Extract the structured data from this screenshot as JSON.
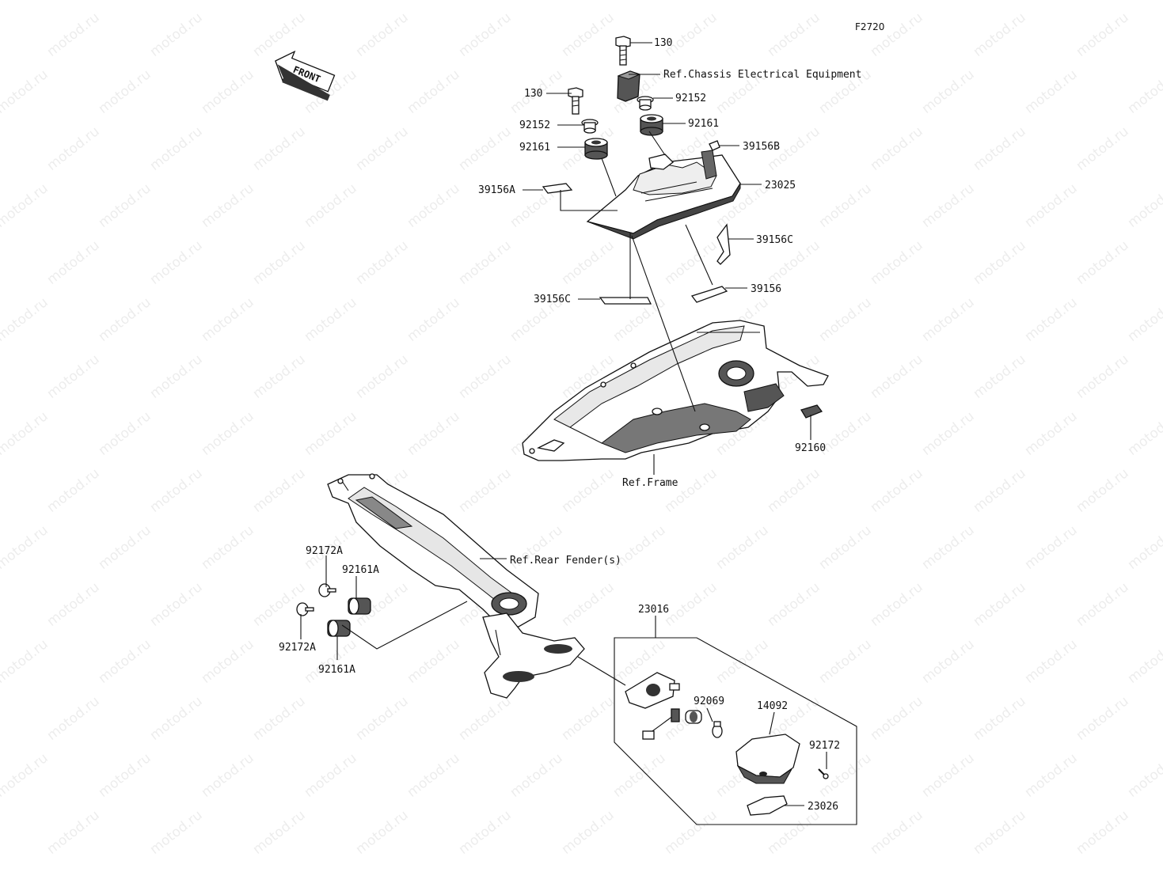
{
  "diagram_code": "F2720",
  "watermark_text": "motod.ru",
  "front_arrow_text": "FRONT",
  "references": {
    "chassis_electrical": "Ref.Chassis Electrical Equipment",
    "frame": "Ref.Frame",
    "rear_fender": "Ref.Rear Fender(s)"
  },
  "part_labels": [
    {
      "id": "130-top",
      "text": "130"
    },
    {
      "id": "130-left",
      "text": "130"
    },
    {
      "id": "92152-right",
      "text": "92152"
    },
    {
      "id": "92152-left",
      "text": "92152"
    },
    {
      "id": "92161-right",
      "text": "92161"
    },
    {
      "id": "92161-left",
      "text": "92161"
    },
    {
      "id": "39156B",
      "text": "39156B"
    },
    {
      "id": "39156A",
      "text": "39156A"
    },
    {
      "id": "23025",
      "text": "23025"
    },
    {
      "id": "39156C-right",
      "text": "39156C"
    },
    {
      "id": "39156",
      "text": "39156"
    },
    {
      "id": "39156C-left",
      "text": "39156C"
    },
    {
      "id": "92160",
      "text": "92160"
    },
    {
      "id": "92172A-top",
      "text": "92172A"
    },
    {
      "id": "92161A-top",
      "text": "92161A"
    },
    {
      "id": "92172A-bottom",
      "text": "92172A"
    },
    {
      "id": "92161A-bottom",
      "text": "92161A"
    },
    {
      "id": "23016",
      "text": "23016"
    },
    {
      "id": "92069",
      "text": "92069"
    },
    {
      "id": "14092",
      "text": "14092"
    },
    {
      "id": "92172",
      "text": "92172"
    },
    {
      "id": "23026",
      "text": "23026"
    }
  ]
}
